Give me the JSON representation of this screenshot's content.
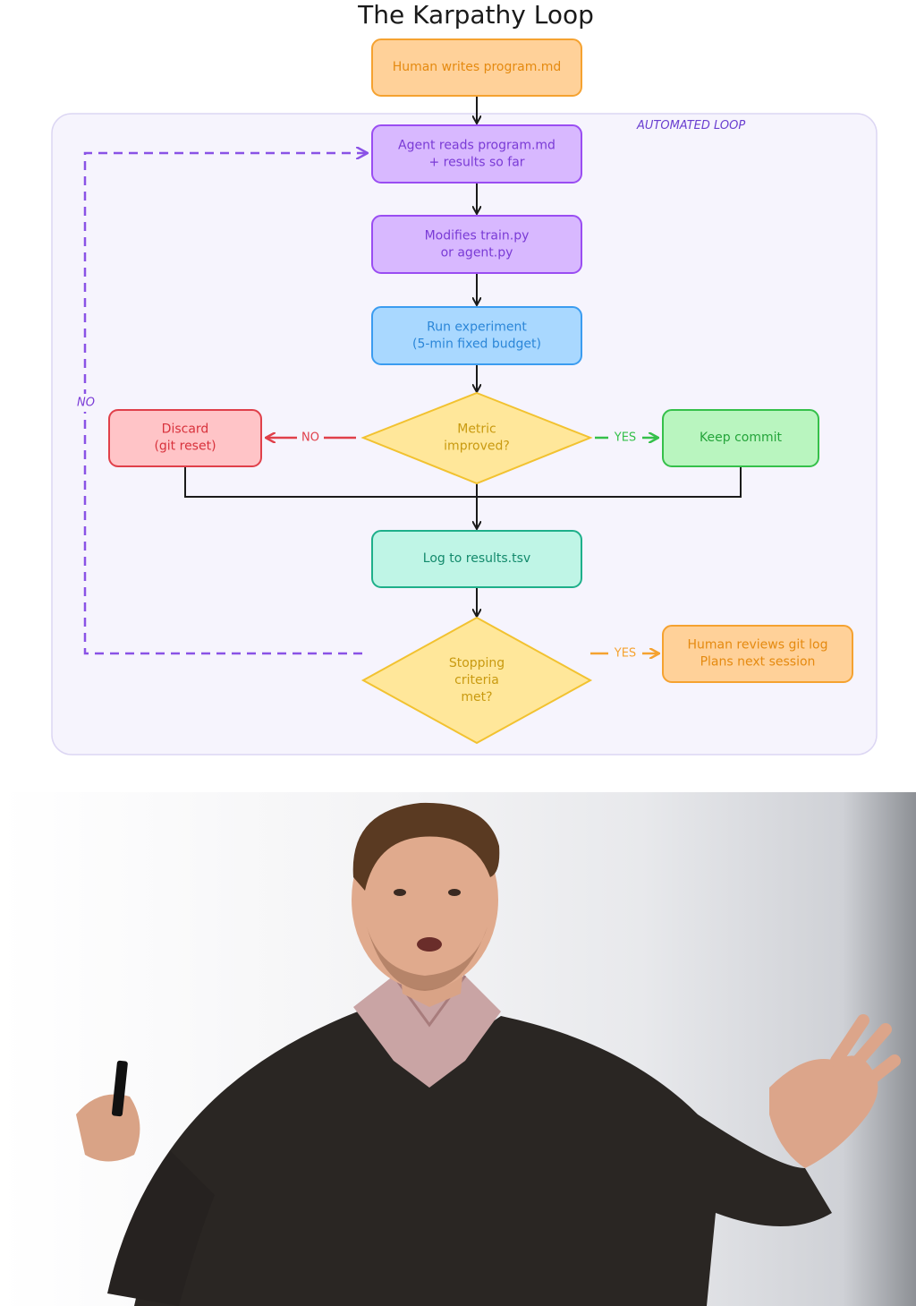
{
  "title": "The Karpathy Loop",
  "region_label": "AUTOMATED LOOP",
  "nodes": {
    "human_writes": {
      "lines": [
        "Human writes program.md"
      ]
    },
    "agent_reads": {
      "lines": [
        "Agent reads program.md",
        "+ results so far"
      ]
    },
    "modifies": {
      "lines": [
        "Modifies train.py",
        "or agent.py"
      ]
    },
    "run_experiment": {
      "lines": [
        "Run experiment",
        "(5-min fixed budget)"
      ]
    },
    "metric_improved": {
      "lines": [
        "Metric",
        "improved?"
      ]
    },
    "discard": {
      "lines": [
        "Discard",
        "(git reset)"
      ]
    },
    "keep_commit": {
      "lines": [
        "Keep commit"
      ]
    },
    "log_results": {
      "lines": [
        "Log to results.tsv"
      ]
    },
    "stopping": {
      "lines": [
        "Stopping",
        "criteria",
        "met?"
      ]
    },
    "human_reviews": {
      "lines": [
        "Human reviews git log",
        "Plans next session"
      ]
    }
  },
  "edge_labels": {
    "metric_no": "NO",
    "metric_yes": "YES",
    "stop_yes": "YES",
    "loop_no": "NO"
  },
  "colors": {
    "orange_fill": "#ffd199",
    "orange_stroke": "#f5a230",
    "orange_text": "#e58a10",
    "purple_fill": "#d8b8ff",
    "purple_stroke": "#9a4df2",
    "purple_text": "#7a3bd6",
    "blue_fill": "#a9d8ff",
    "blue_stroke": "#3b9cf0",
    "blue_text": "#2b86d8",
    "yellow_fill": "#ffe79a",
    "yellow_stroke": "#f2c230",
    "yellow_text": "#c99a10",
    "red_fill": "#ffc4c7",
    "red_stroke": "#e0404a",
    "red_text": "#d8323c",
    "green_fill": "#b9f5bf",
    "green_stroke": "#35c04a",
    "green_text": "#24a43a",
    "teal_fill": "#bff5e6",
    "teal_stroke": "#1eaf8a",
    "teal_text": "#138a6c",
    "region_fill": "#f6f4fd",
    "region_stroke": "#dcd6f3",
    "loop_stroke": "#8a52e6"
  },
  "photo": {
    "description_icon": "presenter-photo"
  }
}
